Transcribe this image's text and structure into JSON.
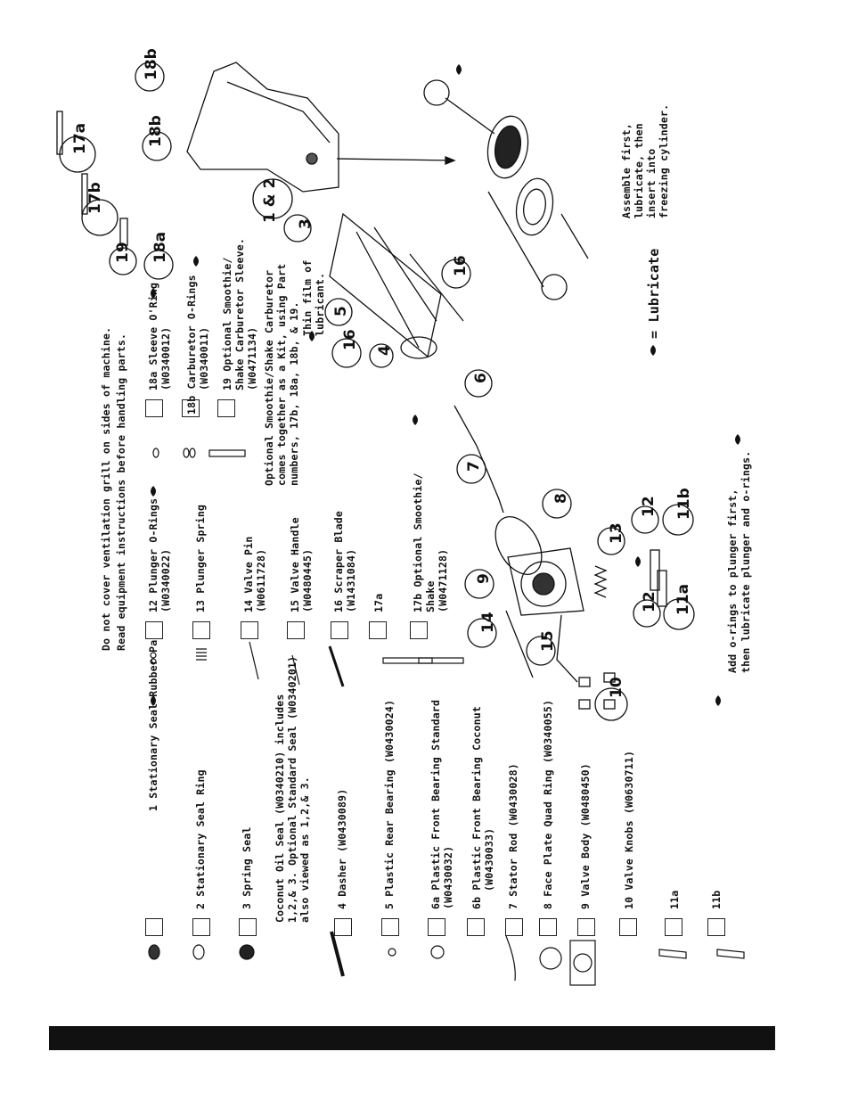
{
  "header": {
    "warning_line1": "Do not cover ventilation grill on sides of machine.",
    "warning_line2": "Read equipment instructions before handling parts."
  },
  "parts_left": [
    {
      "text": "1 Stationary Seal Rubber Part"
    },
    {
      "text": "2 Stationary Seal Ring"
    },
    {
      "text": "3 Spring Seal"
    },
    {
      "text": "4 Dasher (W0430089)"
    },
    {
      "text": "5 Plastic Rear Bearing (W0430024)"
    },
    {
      "text": "6a Plastic Front Bearing Standard",
      "text2": "(W0430032)"
    },
    {
      "text": "6b Plastic Front Bearing Coconut",
      "text2": "(W0430033)"
    },
    {
      "text": "7 Stator Rod (W0430028)"
    },
    {
      "text": "8 Face Plate Quad Ring (W0340055)"
    },
    {
      "text": "9 Valve Body (W0480450)"
    },
    {
      "text": "10 Valve Knobs (W0630711)"
    },
    {
      "text": "11a"
    },
    {
      "text": "11b"
    }
  ],
  "coconut_note": {
    "line1": "Coconut Oil Seal (W0340210) includes",
    "line2": "1,2,& 3. Optional Standard Seal (W0340201)",
    "line3": "also viewed as 1,2,& 3."
  },
  "parts_mid": [
    {
      "text": "12 Plunger O-Rings",
      "text2": "(W0340022)"
    },
    {
      "text": "13 Plunger Spring"
    },
    {
      "text": "14 Valve Pin",
      "text2": "(W0611728)"
    },
    {
      "text": "15 Valve Handle",
      "text2": "(W0480445)"
    },
    {
      "text": "16 Scraper Blade",
      "text2": "(W1431084)"
    },
    {
      "text": "17a"
    },
    {
      "text": "17b Optional Smoothie/",
      "text2": "Shake",
      "text3": "(W0471128)"
    }
  ],
  "parts_right": [
    {
      "text": "18a Sleeve O'Ring",
      "text2": "(W0340012)"
    },
    {
      "text": "18b Carburetor O-Rings",
      "text2": "(W0340011)"
    },
    {
      "text": "19 Optional Smoothie/",
      "text2": "Shake Carburetor Sleeve.",
      "text3": "(W0471134)"
    }
  ],
  "kit_note": {
    "line1": "Optional Smoothie/Shake Carburetor",
    "line2": "comes together as a Kit, using Part",
    "line3": "numbers, 17b, 18a, 18b, & 19."
  },
  "thin_film": {
    "line1": "Thin film of",
    "line2": "lubricant."
  },
  "assemble_note": {
    "line1": "Assemble first,",
    "line2": "lubricate, then",
    "line3": "insert into",
    "line4": "freezing cylinder."
  },
  "lubricate_legend": "= Lubricate",
  "orings_note": {
    "line1": "Add o-rings to plunger first,",
    "line2": "then lubricate plunger and o-rings."
  },
  "callouts": {
    "c1and2": "1 & 2",
    "c3": "3",
    "c4": "4",
    "c5": "5",
    "c6": "6",
    "c7": "7",
    "c8": "8",
    "c9": "9",
    "c10": "10",
    "c11a": "11a",
    "c11b": "11b",
    "c12a": "12",
    "c12b": "12",
    "c13": "13",
    "c14": "14",
    "c15": "15",
    "c16a": "16",
    "c16b": "16",
    "c17a": "17a",
    "c17b": "17b",
    "c18a": "18a",
    "c18b_top": "18b",
    "c18b_mid": "18b",
    "c19": "19"
  },
  "colors": {
    "ink": "#111111",
    "paper": "#ffffff"
  },
  "icons": [
    "lubricate-drop-icon"
  ]
}
